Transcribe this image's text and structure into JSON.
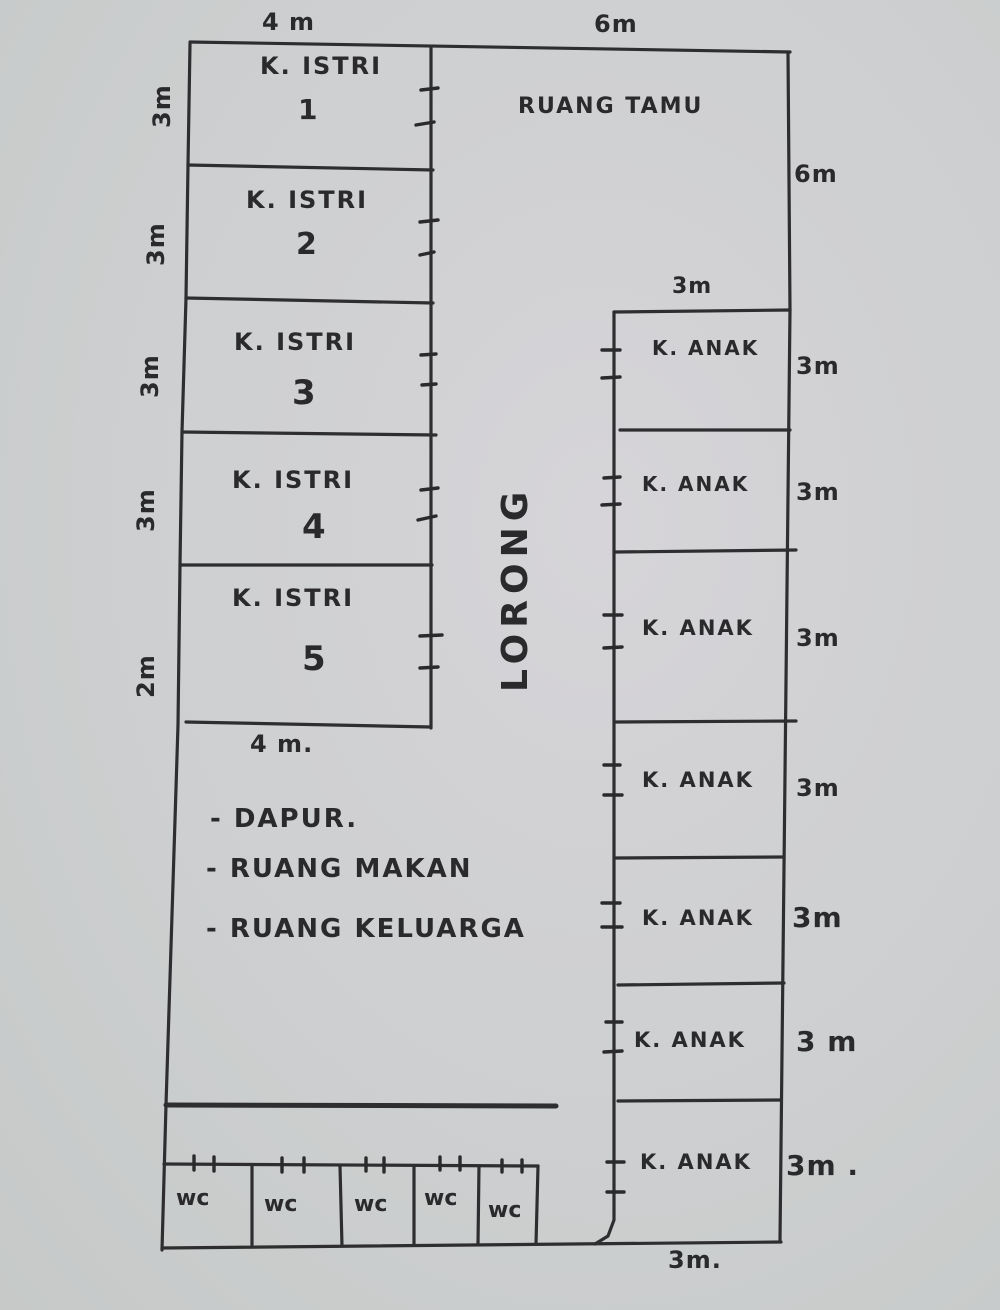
{
  "plan": {
    "dimensions": {
      "top_left_width": "4 m",
      "top_right_width": "6m",
      "ruang_tamu_height": "6m",
      "anak_block_width": "3m",
      "istri_5_bottom_width": "4 m.",
      "bottom_width": "3m."
    },
    "istri_rooms": [
      {
        "name": "K. ISTRI",
        "number": "1",
        "side_dim": "3m"
      },
      {
        "name": "K. ISTRI",
        "number": "2",
        "side_dim": "3m"
      },
      {
        "name": "K. ISTRI",
        "number": "3",
        "side_dim": "3m"
      },
      {
        "name": "K. ISTRI",
        "number": "4",
        "side_dim": "3m"
      },
      {
        "name": "K. ISTRI",
        "number": "5",
        "side_dim": "2m"
      }
    ],
    "ruang_tamu": {
      "name": "RUANG TAMU"
    },
    "lorong": {
      "name": "LORONG"
    },
    "anak_rooms": [
      {
        "name": "K. ANAK",
        "side_dim": "3m"
      },
      {
        "name": "K. ANAK",
        "side_dim": "3m"
      },
      {
        "name": "K. ANAK",
        "side_dim": "3m"
      },
      {
        "name": "K. ANAK",
        "side_dim": "3m"
      },
      {
        "name": "K. ANAK",
        "side_dim": "3m"
      },
      {
        "name": "K. ANAK",
        "side_dim": "3 m"
      },
      {
        "name": "K. ANAK",
        "side_dim": "3m ."
      }
    ],
    "common_area": {
      "items": [
        "- DAPUR.",
        "- RUANG MAKAN",
        "- RUANG KELUARGA"
      ]
    },
    "wc_rooms": [
      {
        "name": "wc"
      },
      {
        "name": "wc"
      },
      {
        "name": "wc"
      },
      {
        "name": "wc"
      },
      {
        "name": "wc"
      }
    ]
  },
  "colors": {
    "paper": "#cfd0d2",
    "ink": "#2e2e30"
  }
}
